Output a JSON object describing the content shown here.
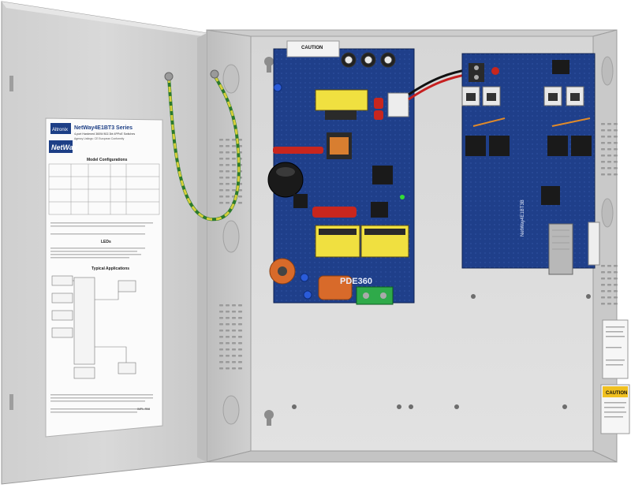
{
  "door_label": {
    "brand": "Altronix",
    "series_title": "NetWay4E1BT3 Series",
    "subtitle": "4-port Hardened 360W 802.3bt 4PPoE Switches",
    "listing": "Agency Listings: CE European Conformity",
    "product_logo": "NetWay",
    "config_heading": "Model Configurations",
    "leds_heading": "LEDs",
    "applications_heading": "Typical Applications",
    "part_number": "IMPL-R08"
  },
  "power_board": {
    "caution_label": "CAUTION",
    "board_label": "PDE360"
  },
  "switch_board": {
    "model_text": "NetWay4E1BT3B"
  },
  "side_labels": {
    "caution_label": "CAUTION"
  },
  "colors": {
    "enclosure": "#dcdcdc",
    "door": "#d4d4d4",
    "pcb": "#1f3f8a",
    "ground_wire": "#c8c23a",
    "transformer": "#f0e040",
    "toroid": "#d86a2a",
    "terminal": "#2faa4a"
  }
}
